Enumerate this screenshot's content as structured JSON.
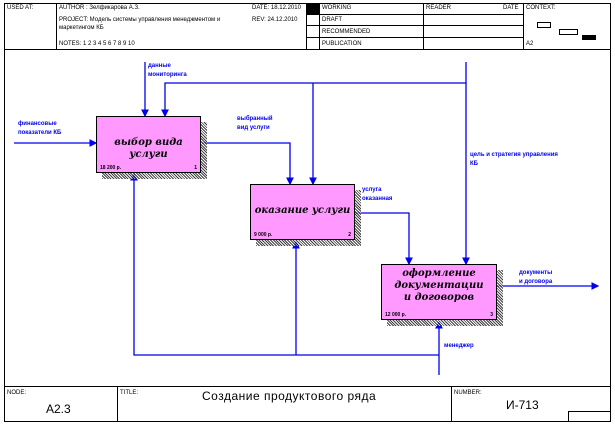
{
  "header": {
    "used_at_label": "USED AT:",
    "author": "AUTHOR : Зелфикарова А.З.",
    "project": "PROJECT: Модель системы управления менеджментом и",
    "project_line2": "маркетингом КБ",
    "notes": "NOTES:  1  2  3  4  5  6  7  8  9  10",
    "date": "DATE: 18.12.2010",
    "rev": "REV:  24.12.2010",
    "status_rows": [
      "WORKING",
      "DRAFT",
      "RECOMMENDED",
      "PUBLICATION"
    ],
    "reader_label": "READER",
    "date_label": "DATE",
    "context_label": "CONTEXT:",
    "context_node": "A2"
  },
  "diagram": {
    "accent_color": "#0000ee",
    "box_color": "#ff99ff",
    "boxes": [
      {
        "title": "выбор вида услуги",
        "cost": "18 200 р.",
        "number": "1"
      },
      {
        "title": "оказание услуги",
        "cost": "9 000 р.",
        "number": "2"
      },
      {
        "title": "оформление документации и договоров",
        "title_lines": [
          "оформление",
          "документации",
          "и договоров"
        ],
        "cost": "12 000 р.",
        "number": "3"
      }
    ],
    "arrows": {
      "monitoring_data": [
        "данные",
        "мониторинга"
      ],
      "financial_indicators": [
        "финансовые",
        "показатели КБ"
      ],
      "selected_service": [
        "выбранный",
        "вид услуги"
      ],
      "goals_strategy": [
        "цель и стратегия управления",
        "КБ"
      ],
      "service_rendered": [
        "услуга",
        "оказанная"
      ],
      "documents_contracts": [
        "документы",
        "и договора"
      ],
      "manager": [
        "менеджер"
      ]
    }
  },
  "footer": {
    "node_label": "NODE:",
    "node_value": "A2.3",
    "title_label": "TITLE:",
    "title_value": "Создание продуктового ряда",
    "number_label": "NUMBER:",
    "number_value": "И-713"
  }
}
